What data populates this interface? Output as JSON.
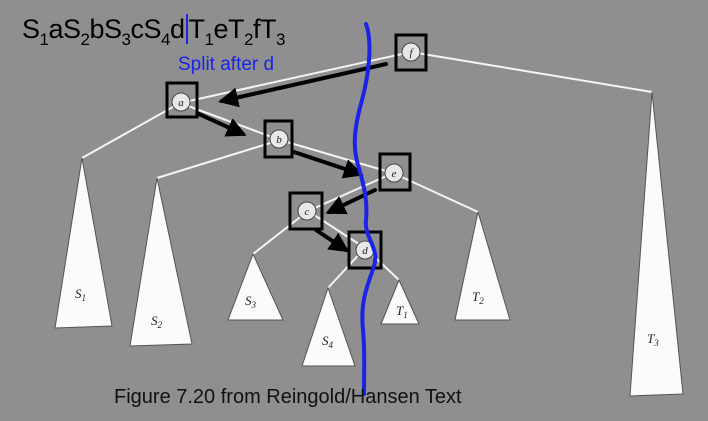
{
  "sequence": {
    "left_half": [
      {
        "text": "S",
        "sub": "1"
      },
      {
        "text": "a",
        "sub": ""
      },
      {
        "text": "S",
        "sub": "2"
      },
      {
        "text": "b",
        "sub": ""
      },
      {
        "text": "S",
        "sub": "3"
      },
      {
        "text": "c",
        "sub": ""
      },
      {
        "text": "S",
        "sub": "4"
      },
      {
        "text": "d",
        "sub": ""
      }
    ],
    "right_half": [
      {
        "text": "T",
        "sub": "1"
      },
      {
        "text": "e",
        "sub": ""
      },
      {
        "text": "T",
        "sub": "2"
      },
      {
        "text": "f",
        "sub": ""
      },
      {
        "text": "T",
        "sub": "3"
      }
    ]
  },
  "split_note": "Split after d",
  "caption": "Figure 7.20 from Reingold/Hansen Text",
  "nodes": [
    "f",
    "a",
    "b",
    "e",
    "c",
    "d"
  ],
  "subtrees": [
    {
      "base": "S",
      "sub": "1"
    },
    {
      "base": "S",
      "sub": "2"
    },
    {
      "base": "S",
      "sub": "3"
    },
    {
      "base": "S",
      "sub": "4"
    },
    {
      "base": "T",
      "sub": "1"
    },
    {
      "base": "T",
      "sub": "2"
    },
    {
      "base": "T",
      "sub": "3"
    }
  ],
  "colors": {
    "background": "#8f8f8f",
    "annotation_blue": "#1a24e6",
    "highlight_box": "#000000",
    "tree_lines": "#f4f4f4"
  }
}
